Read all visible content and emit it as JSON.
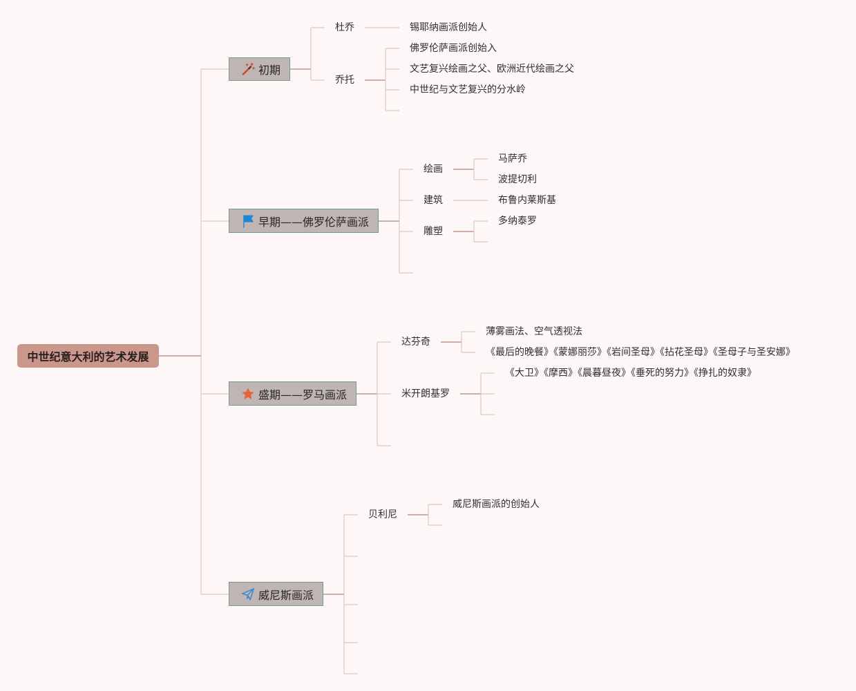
{
  "root": {
    "label": "中世纪意大利的艺术发展"
  },
  "branches": [
    {
      "label": "初期",
      "icon": "magic-wand-icon",
      "icon_color": "#d2412e",
      "children": [
        {
          "label": "杜乔",
          "children": [
            "锡耶纳画派创始人"
          ]
        },
        {
          "label": "乔托",
          "children": [
            "佛罗伦萨画派创始入",
            "文艺复兴绘画之父、欧洲近代绘画之父",
            "中世纪与文艺复兴的分水岭"
          ]
        }
      ]
    },
    {
      "label": "早期——佛罗伦萨画派",
      "icon": "flag-icon",
      "icon_color": "#1f87d6",
      "children": [
        {
          "label": "绘画",
          "children": [
            "马萨乔",
            "波提切利"
          ]
        },
        {
          "label": "建筑",
          "children": [
            "布鲁内莱斯基"
          ]
        },
        {
          "label": "雕塑",
          "children": [
            "多纳泰罗"
          ]
        }
      ]
    },
    {
      "label": "盛期——罗马画派",
      "icon": "star-icon",
      "icon_color": "#e3653a",
      "children": [
        {
          "label": "达芬奇",
          "children": [
            "薄雾画法、空气透视法",
            "《最后的晚餐》《蒙娜丽莎》《岩间圣母》《拈花圣母》《圣母子与圣安娜》"
          ]
        },
        {
          "label": "米开朗基罗",
          "children": [
            "《大卫》《摩西》《晨暮昼夜》《垂死的努力》《挣扎的奴隶》"
          ]
        }
      ]
    },
    {
      "label": "威尼斯画派",
      "icon": "paper-plane-icon",
      "icon_color": "#3a8bd4",
      "children": [
        {
          "label": "贝利尼",
          "children": [
            "威尼斯画派的创始人"
          ]
        }
      ]
    }
  ],
  "colors": {
    "background": "#fdf8f7",
    "root_fill": "#c9978c",
    "root_text": "#2a1e1c",
    "branch_fill": "#bfb6b3",
    "branch_border": "#6e9c8c",
    "line_light": "#e0c6bf",
    "line_dark": "#bf958b",
    "text": "#2f2f2f"
  }
}
